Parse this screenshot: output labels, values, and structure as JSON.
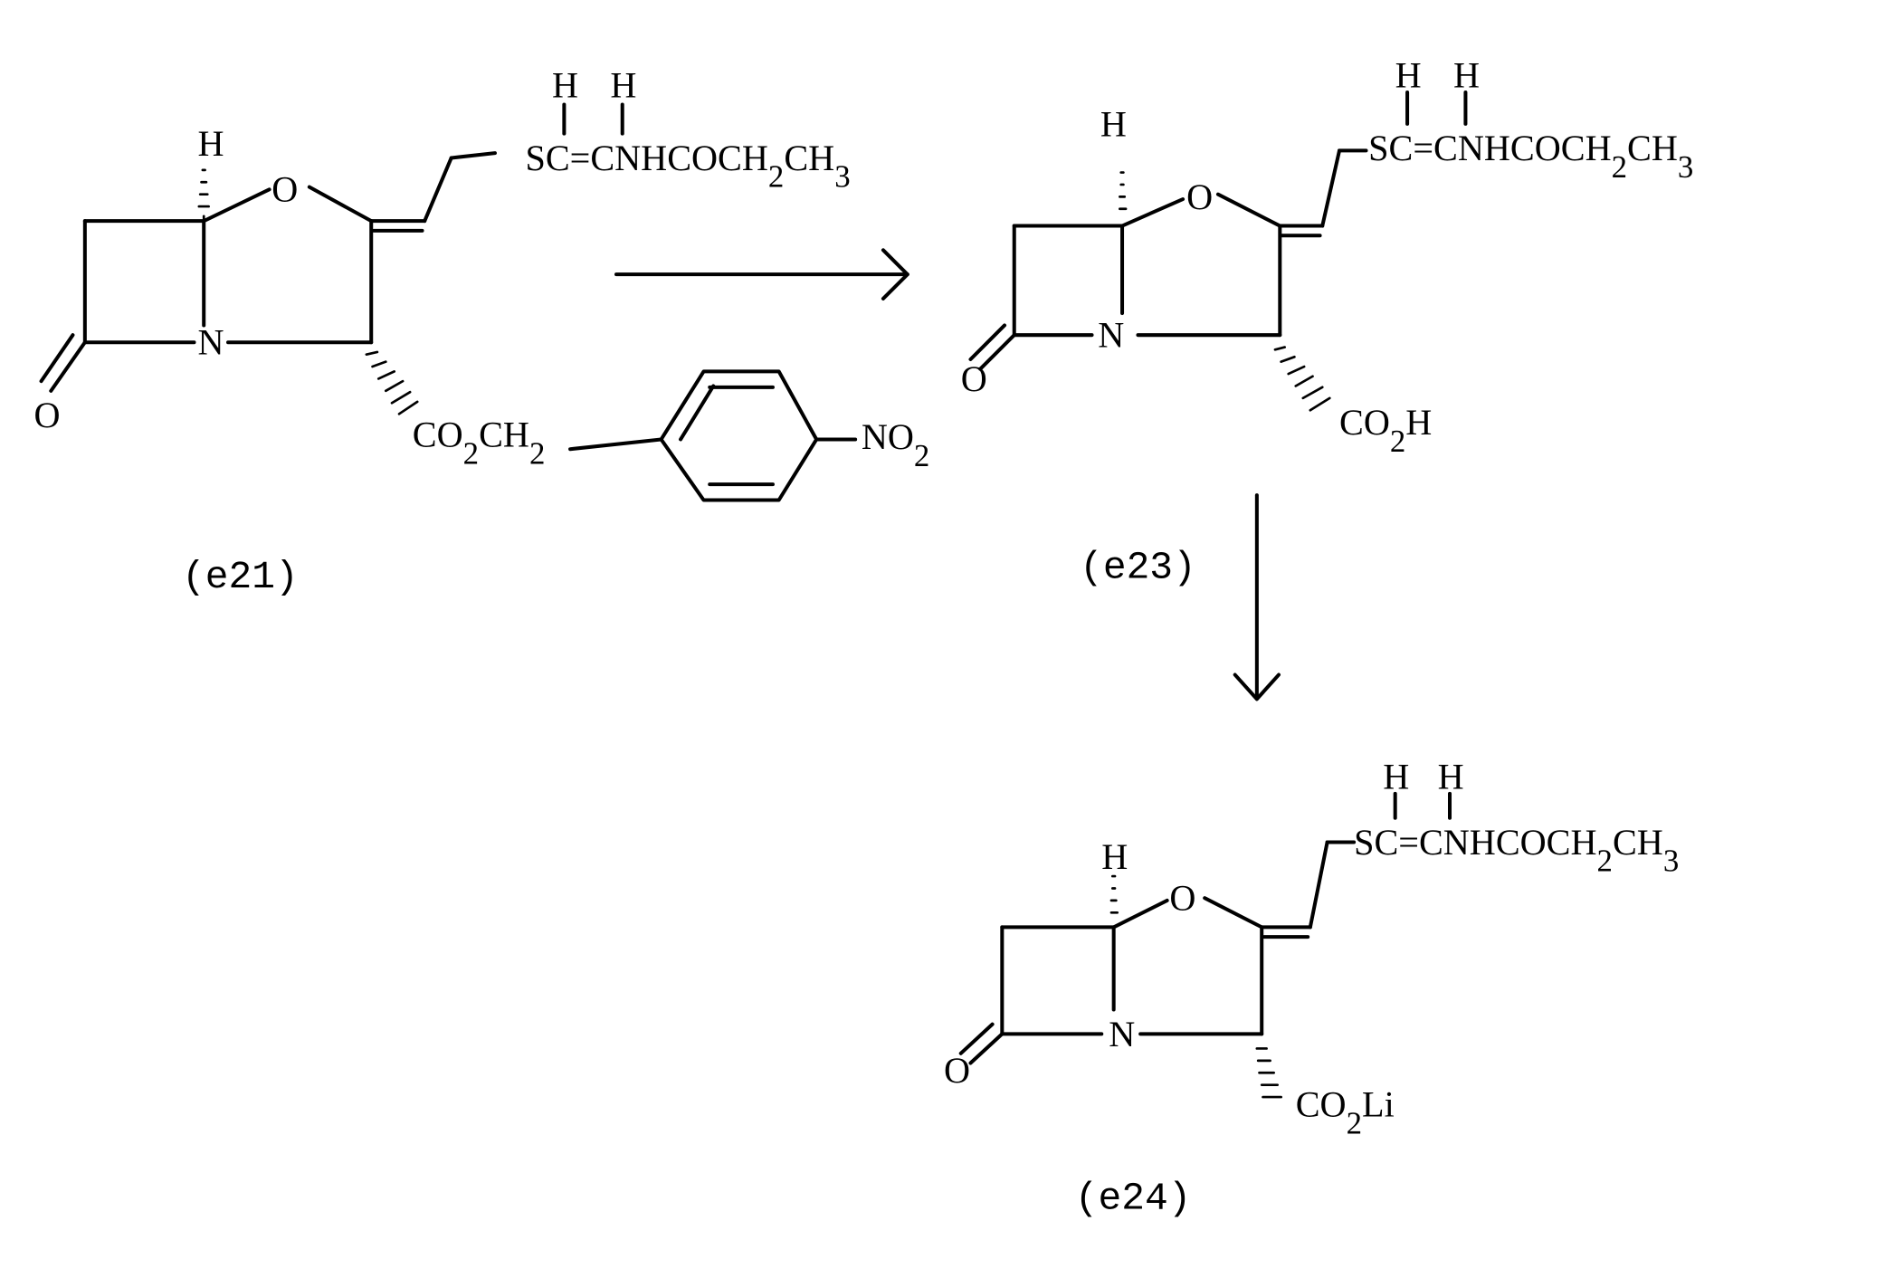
{
  "compounds": {
    "e21": {
      "label": "(e21)",
      "atoms": {
        "h_bridge": "H",
        "o_ring": "O",
        "n_ring": "N",
        "o_carbonyl": "O"
      },
      "side_chain": {
        "h1": "H",
        "h2": "H",
        "sc": "SC=CNHCOCH",
        "sub1": "2",
        "ch3": "CH",
        "sub2": "3"
      },
      "ester": {
        "co": "CO",
        "sub1": "2",
        "ch": "CH",
        "sub2": "2"
      },
      "nitro": {
        "no": "NO",
        "sub": "2"
      }
    },
    "e23": {
      "label": "(e23)",
      "atoms": {
        "h_bridge": "H",
        "o_ring": "O",
        "n_ring": "N",
        "o_carbonyl": "O"
      },
      "side_chain": {
        "h1": "H",
        "h2": "H",
        "sc": "SC=CNHCOCH",
        "sub1": "2",
        "ch3": "CH",
        "sub2": "3"
      },
      "acid": {
        "co": "CO",
        "sub": "2",
        "h": "H"
      }
    },
    "e24": {
      "label": "(e24)",
      "atoms": {
        "h_bridge": "H",
        "o_ring": "O",
        "n_ring": "N",
        "o_carbonyl": "O"
      },
      "side_chain": {
        "h1": "H",
        "h2": "H",
        "sc": "SC=CNHCOCH",
        "sub1": "2",
        "ch3": "CH",
        "sub2": "3"
      },
      "salt": {
        "co": "CO",
        "sub": "2",
        "li": "Li"
      }
    }
  }
}
